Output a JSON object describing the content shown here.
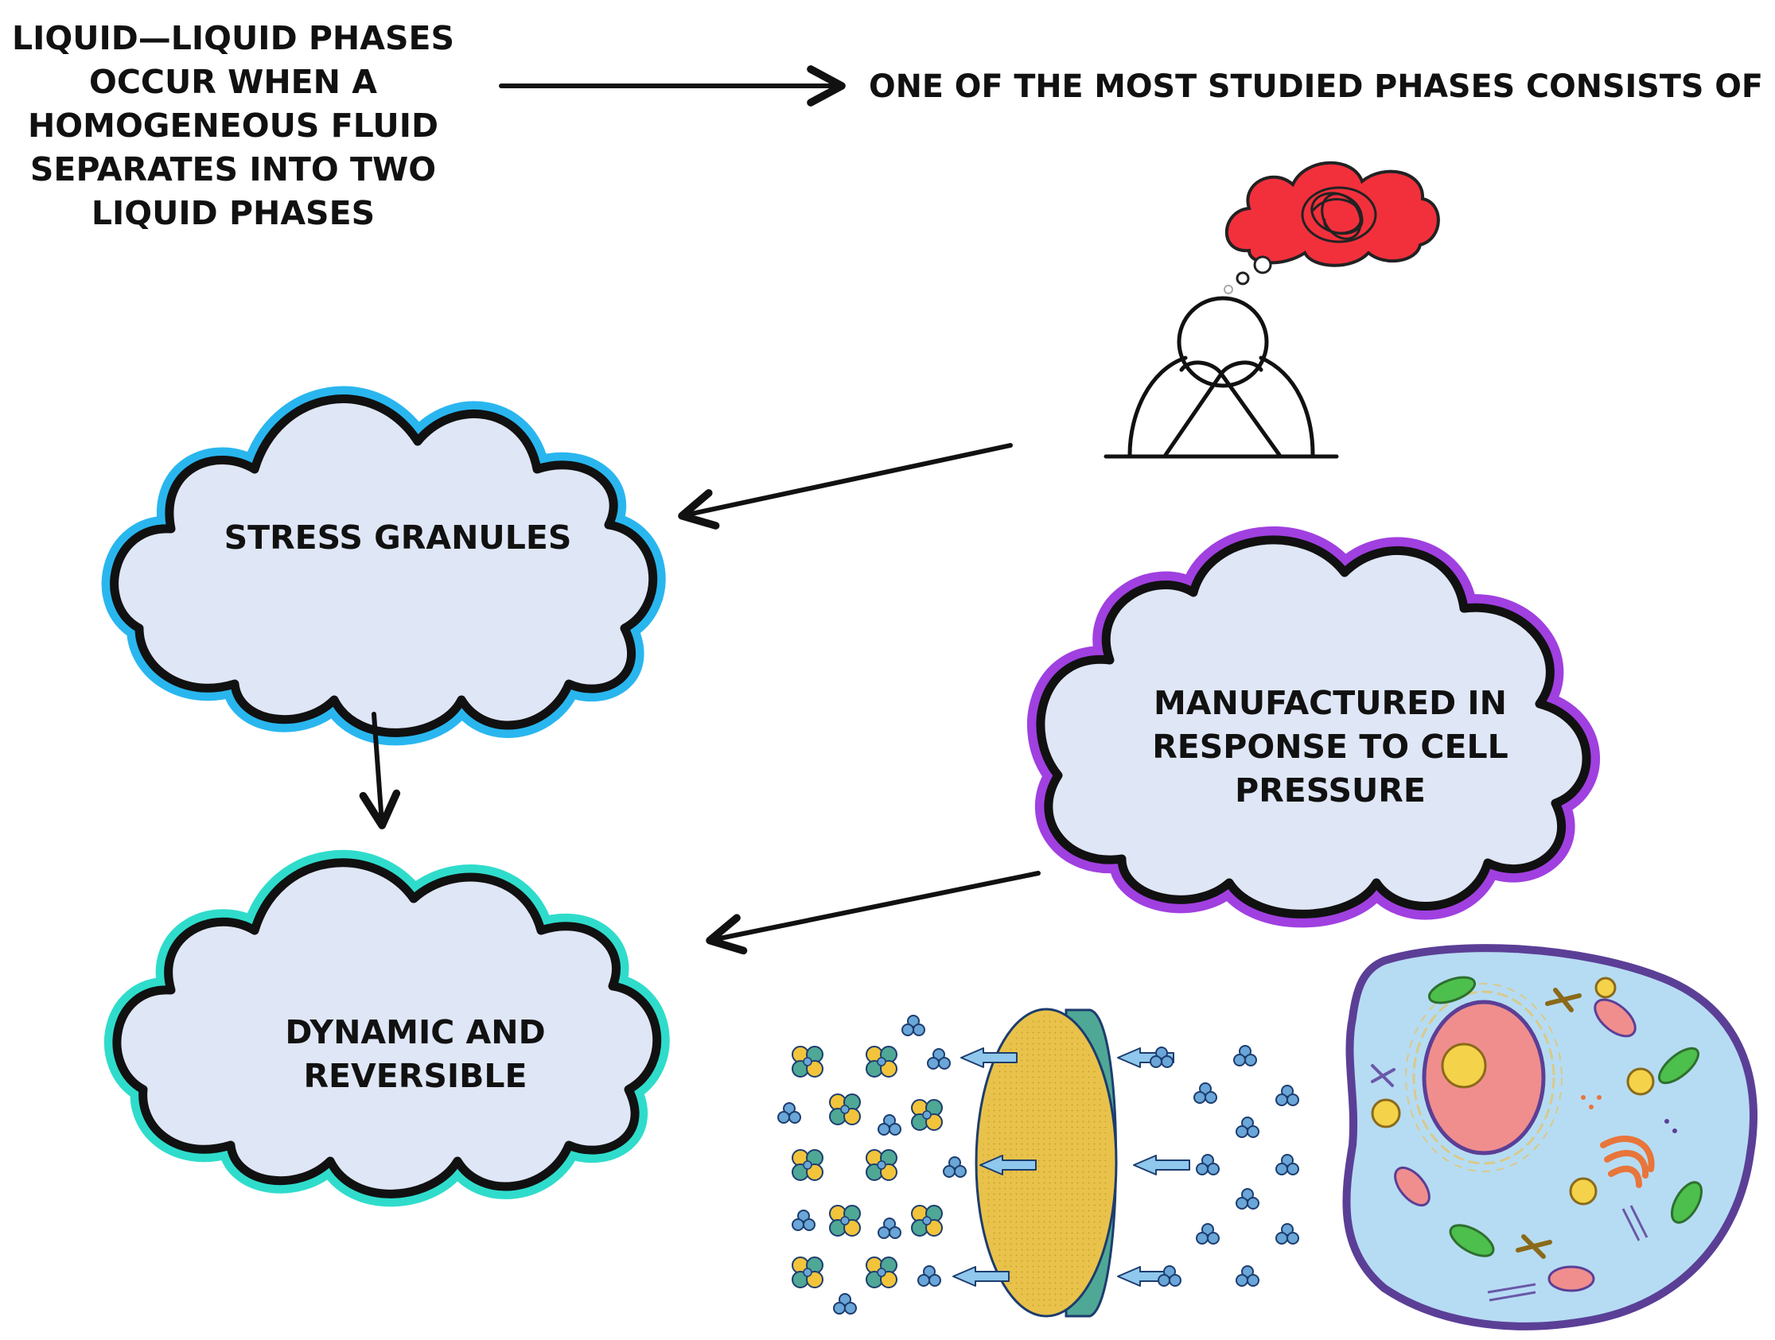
{
  "intro": {
    "lines": [
      "LIQUID—LIQUID PHASES",
      "OCCUR WHEN A",
      "HOMOGENEOUS FLUID",
      "SEPARATES INTO TWO",
      "LIQUID PHASES"
    ]
  },
  "headline": "ONE OF THE MOST STUDIED PHASES CONSISTS OF",
  "clouds": {
    "stress_granules": "STRESS GRANULES",
    "manufactured": [
      "MANUFACTURED IN",
      "RESPONSE TO CELL",
      "PRESSURE"
    ],
    "dynamic": [
      "DYNAMIC AND",
      "REVERSIBLE"
    ]
  },
  "colors": {
    "cloud_fill": "#dfe6f6",
    "stress_border": "#29b6ef",
    "manufactured_border": "#a040e0",
    "dynamic_border": "#2fdccb",
    "thought_cloud": "#f2303c",
    "membrane_face": "#e8c24a",
    "membrane_edge": "#4fa896",
    "cell_fill": "#b6dcf3",
    "cell_border": "#5b3f96",
    "nucleus": "#f08e8e",
    "nucleolus": "#f4d24a"
  },
  "icons": [
    "thought-cloud-icon",
    "stressed-person-icon",
    "membrane-diffusion-icon",
    "animal-cell-icon"
  ]
}
